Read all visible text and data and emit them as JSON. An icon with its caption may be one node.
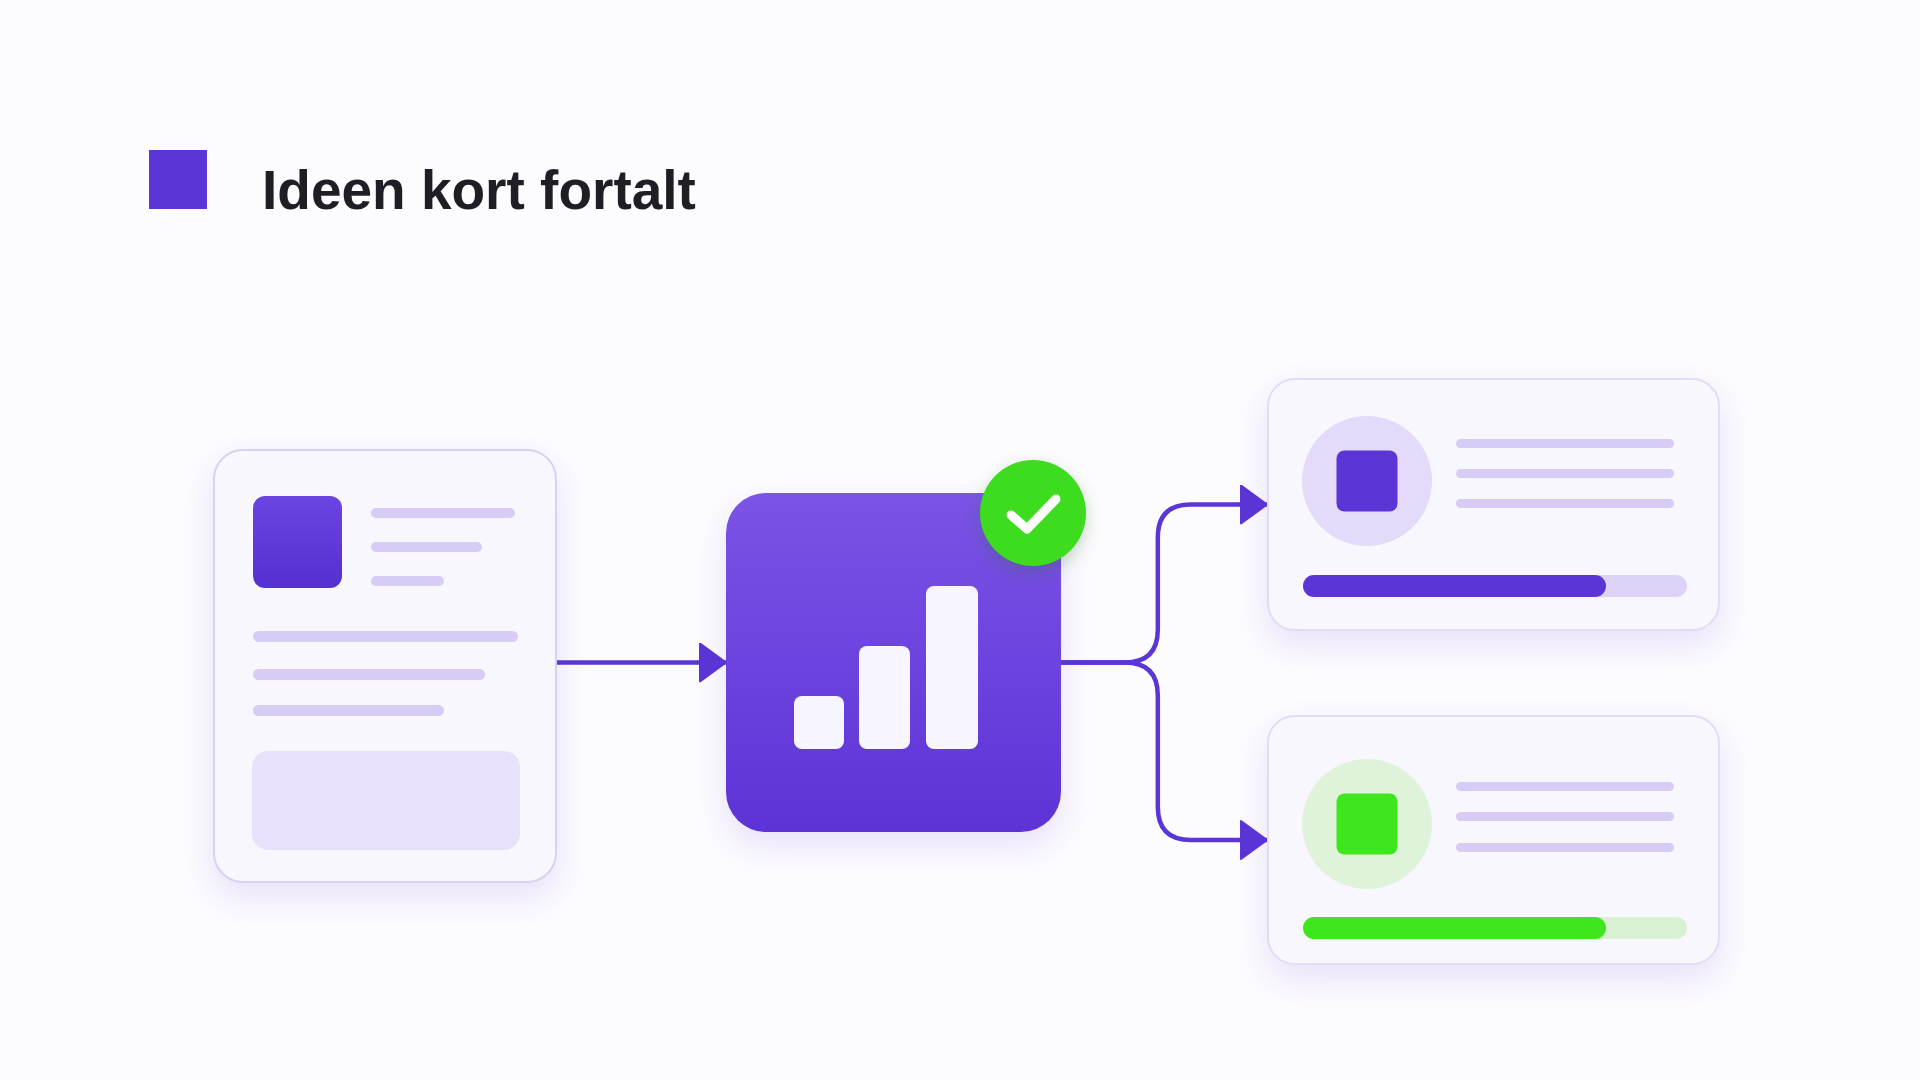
{
  "diagram": {
    "title": "Ideen kort fortalt",
    "nodes": [
      {
        "text": [],
        "shape": "picture"
      },
      {
        "text": [],
        "shape": "picture"
      },
      {
        "text": [],
        "shape": "picture"
      },
      {
        "text": [],
        "shape": "picture"
      }
    ],
    "edges": [
      {
        "from": 0,
        "to": 1,
        "arrow": "to"
      },
      {
        "from": 1,
        "to": 2,
        "arrow": "to"
      },
      {
        "from": 1,
        "to": 3,
        "arrow": "to"
      }
    ]
  }
}
